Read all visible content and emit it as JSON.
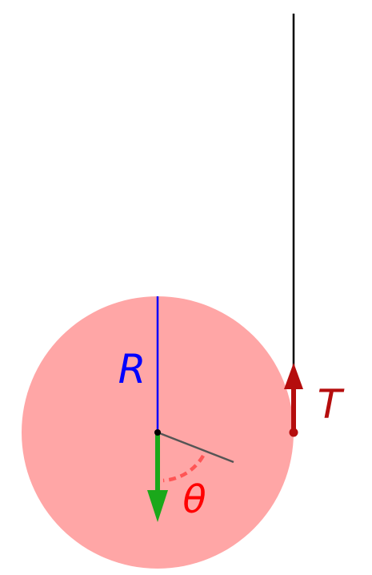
{
  "labels": {
    "radius": "R",
    "tension": "T",
    "angle": "θ"
  },
  "colors": {
    "disk_fill": "#ffa6a6",
    "radius_line": "#0000ff",
    "radius_label": "#0000ff",
    "string": "#000000",
    "tension_arrow": "#b50d0d",
    "tension_label": "#b50d0d",
    "gravity_arrow": "#1aa81a",
    "angle_arc": "#ff5555",
    "angle_label": "#ff0000",
    "reference_line": "#555555",
    "center_dot": "#000000"
  }
}
